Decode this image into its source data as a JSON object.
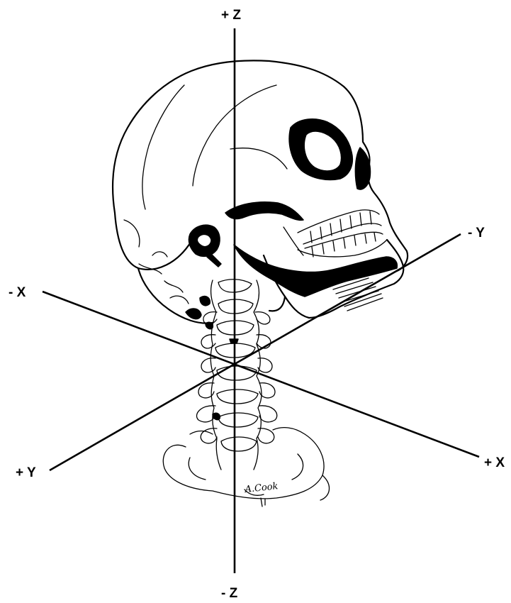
{
  "axes": {
    "z_pos": "+ Z",
    "z_neg": "- Z",
    "x_neg": "- X",
    "x_pos": "+ X",
    "y_neg": "- Y",
    "y_pos": "+ Y"
  },
  "signature": "A.Cook",
  "colors": {
    "ink": "#000000",
    "background": "#ffffff"
  }
}
